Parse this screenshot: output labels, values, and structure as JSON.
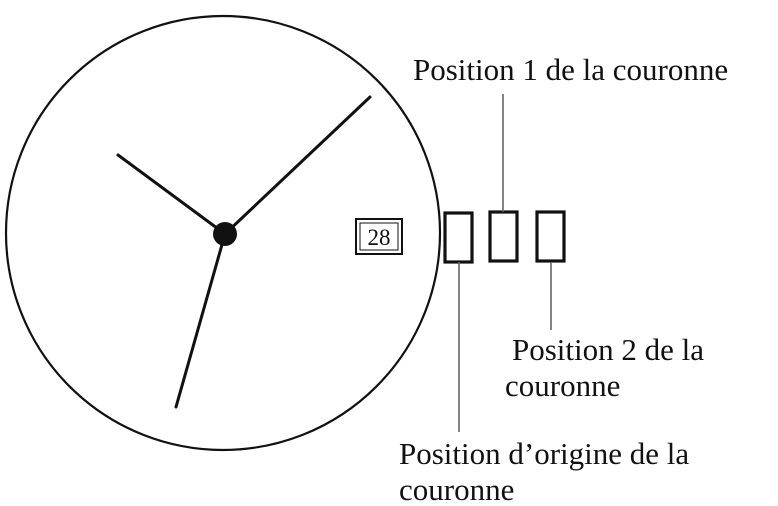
{
  "diagram": {
    "date_window": "28",
    "labels": {
      "position_1": "Position 1 de la couronne",
      "position_2_line1": "Position 2 de la",
      "position_2_line2": "couronne",
      "origin_line1": "Position d’origine de la",
      "origin_line2": "couronne"
    },
    "colors": {
      "stroke": "#111111",
      "leader": "#666666",
      "background": "#ffffff"
    }
  }
}
